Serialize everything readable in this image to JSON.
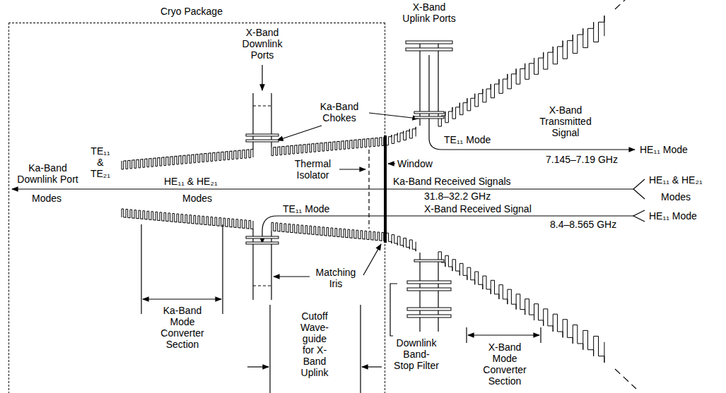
{
  "diagram": {
    "nodes": [
      {
        "text": [
          "Cryo Package"
        ]
      }
    ],
    "labels": [
      "X-Band Downlink Ports",
      "X-Band Uplink Ports",
      "Ka-Band Chokes",
      "X-Band Transmitted Signal",
      "TE₁₁ Mode",
      "HE₁₁ Mode",
      "7.145–7.19 GHz",
      "TE₁₁ & TE₂₁",
      "Window",
      "Ka-Band Downlink Port",
      "HE₁₁ & HE₂₁",
      "Thermal Isolator",
      "Ka-Band Received Signals",
      "HE₁₁ & HE₂₁",
      "Modes",
      "Modes",
      "31.8–32.2 GHz",
      "Modes",
      "X-Band Received Signal",
      "TE₁₁ Mode",
      "HE₁₁ Mode",
      "8.4–8.565 GHz",
      "Matching Iris",
      "Ka-Band Mode Converter Section",
      "Cutoff Wave-guide for X-Band Uplink",
      "Downlink Band-Stop Filter",
      "X-Band Mode Converter Section"
    ]
  }
}
